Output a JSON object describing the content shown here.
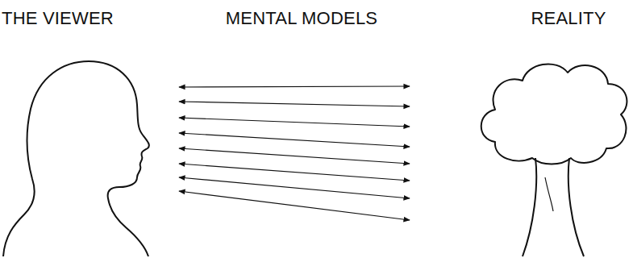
{
  "diagram": {
    "labels": [
      "THE VIEWER",
      "MENTAL MODELS",
      "REALITY"
    ]
  }
}
